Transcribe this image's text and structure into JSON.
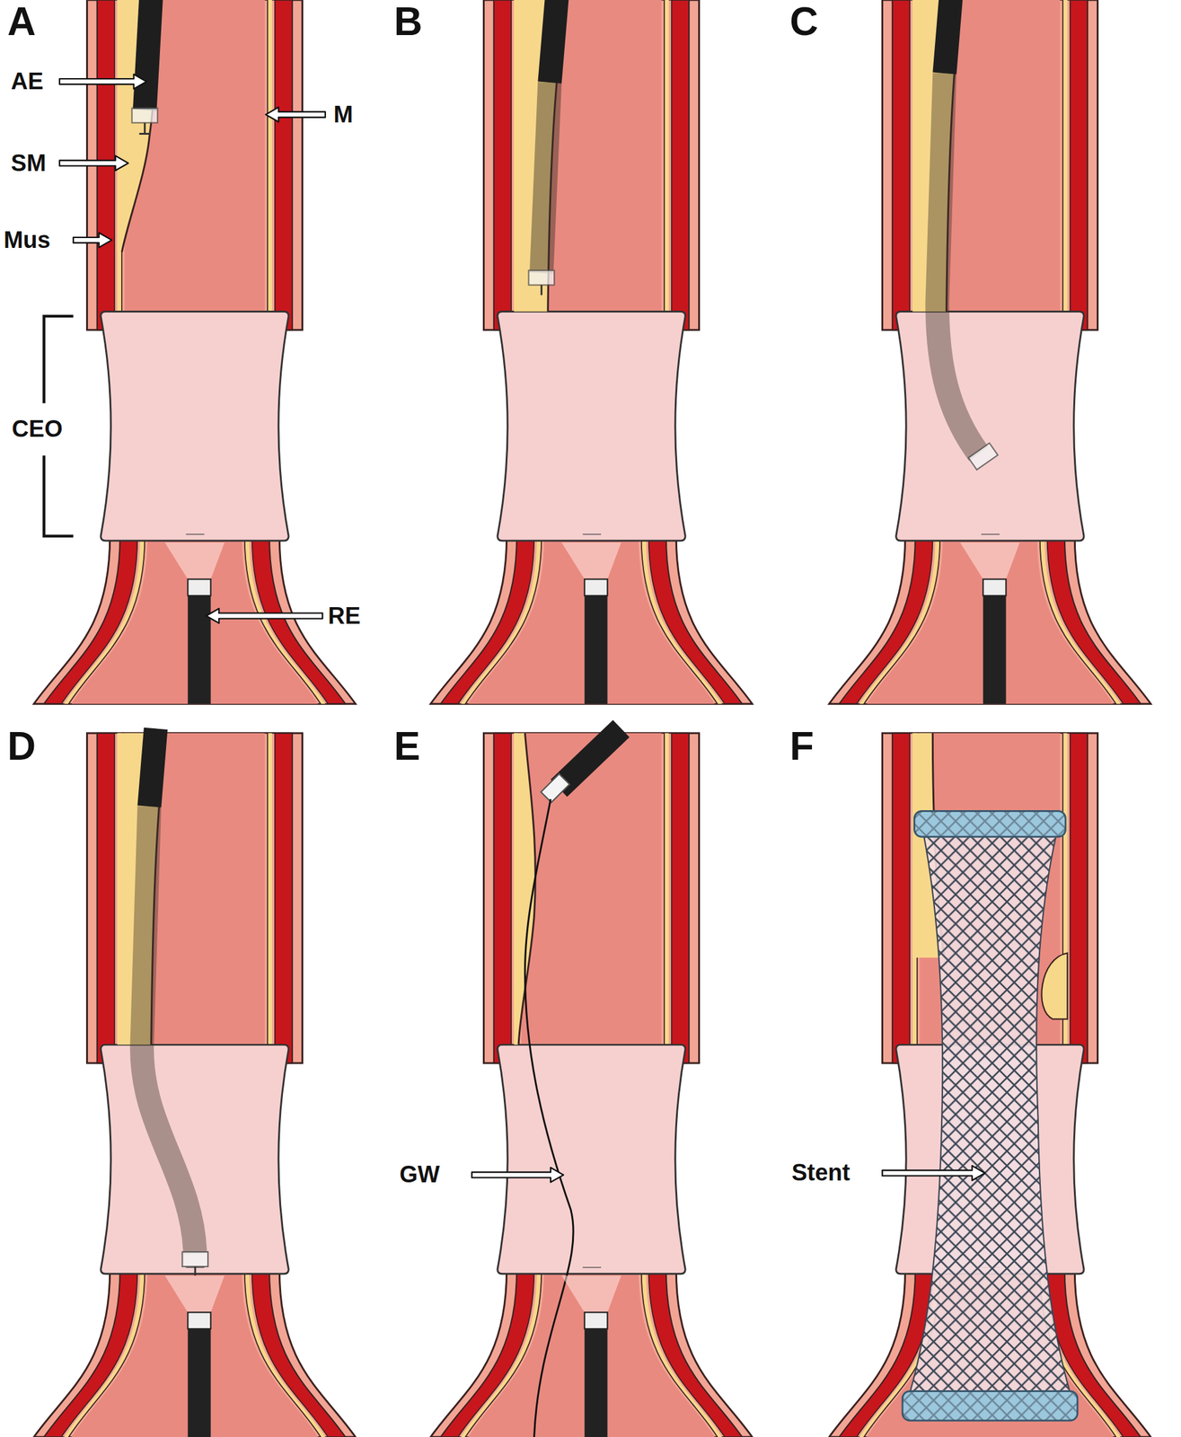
{
  "diagram": {
    "labels": [
      "A",
      "AE",
      "M",
      "SM",
      "Mus",
      "CEO",
      "RE",
      "B",
      "C",
      "D",
      "E",
      "GW",
      "F",
      "Stent"
    ]
  }
}
